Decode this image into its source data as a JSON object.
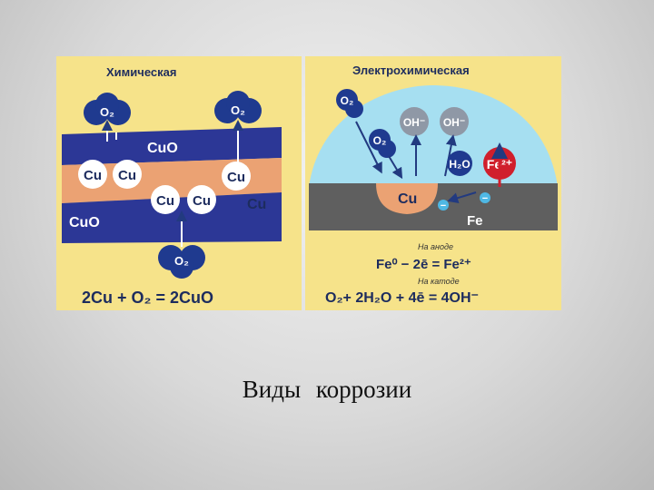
{
  "figure": {
    "left_panel": {
      "title": "Химическая",
      "molecule_o2": "O₂",
      "copper": "Cu",
      "oxide": "CuO",
      "equation": "2Cu + O₂ = 2CuO"
    },
    "right_panel": {
      "title": "Электрохимическая",
      "molecule_o2": "O₂",
      "hydroxide": "OH⁻",
      "water": "H₂O",
      "iron_ion": "Fe²⁺",
      "copper": "Cu",
      "iron": "Fe",
      "minus_sign": "−",
      "anode_label": "На аноде",
      "anode_equation": "Fe⁰ − 2ē = Fe²⁺",
      "cathode_label": "На катоде",
      "cathode_equation": "O₂+ 2H₂O + 4ē = 4OH⁻"
    }
  },
  "caption": "Виды   коррозии"
}
